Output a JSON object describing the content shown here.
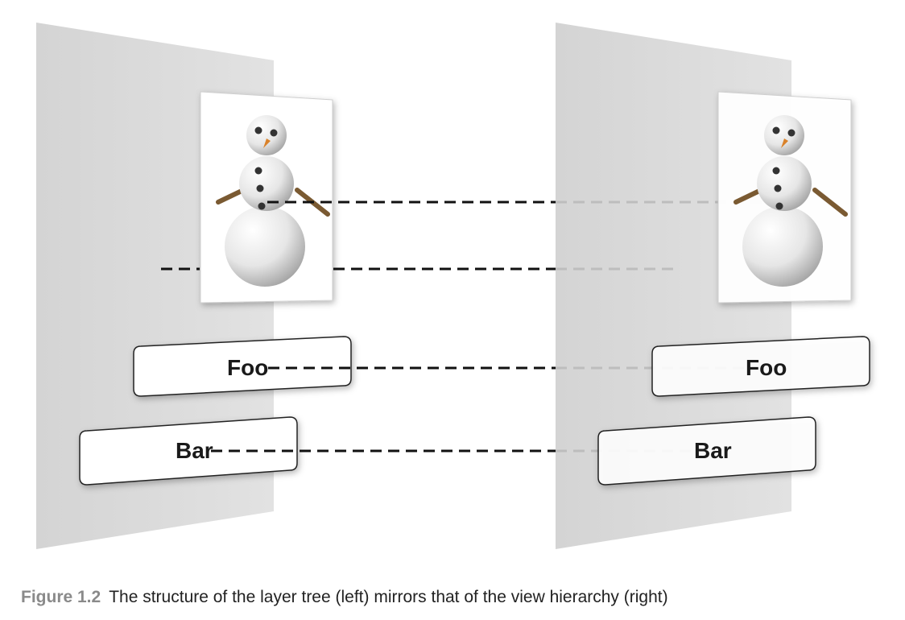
{
  "labels": {
    "foo": "Foo",
    "bar": "Bar"
  },
  "caption": {
    "figure_number": "Figure 1.2",
    "text": "The structure of the layer tree (left) mirrors that of the view hierarchy (right)"
  },
  "colors": {
    "panel": "#d8d8d8",
    "dash": "#111111",
    "dash_faded": "#bdbdbd",
    "stick": "#7a5a32",
    "nose": "#d9822b"
  }
}
